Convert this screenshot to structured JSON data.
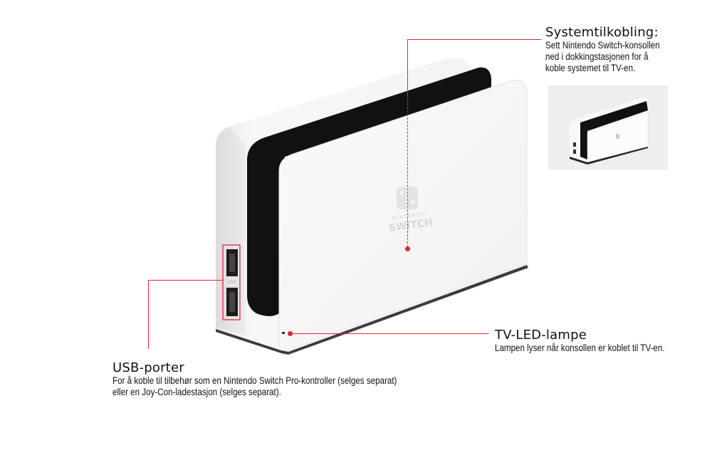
{
  "accent_color": "#d9283a",
  "callouts": {
    "system": {
      "title": "Systemtilkobling:",
      "lines": [
        "Sett Nintendo Switch-konsollen",
        "ned i dokkingstasjonen for å",
        "koble systemet til TV-en."
      ]
    },
    "led": {
      "title": "TV-LED-lampe",
      "lines": [
        "Lampen lyser når konsollen er koblet til TV-en."
      ]
    },
    "usb": {
      "title": "USB-porter",
      "lines": [
        "For å koble til tilbehør som en Nintendo Switch Pro-kontroller (selges separat)",
        "eller en Joy-Con-ladestasjon (selges separat)."
      ]
    }
  },
  "product": {
    "logo_text_top": "NINTENDO",
    "logo_text_bottom": "SWITCH",
    "usb_label": "USB"
  }
}
